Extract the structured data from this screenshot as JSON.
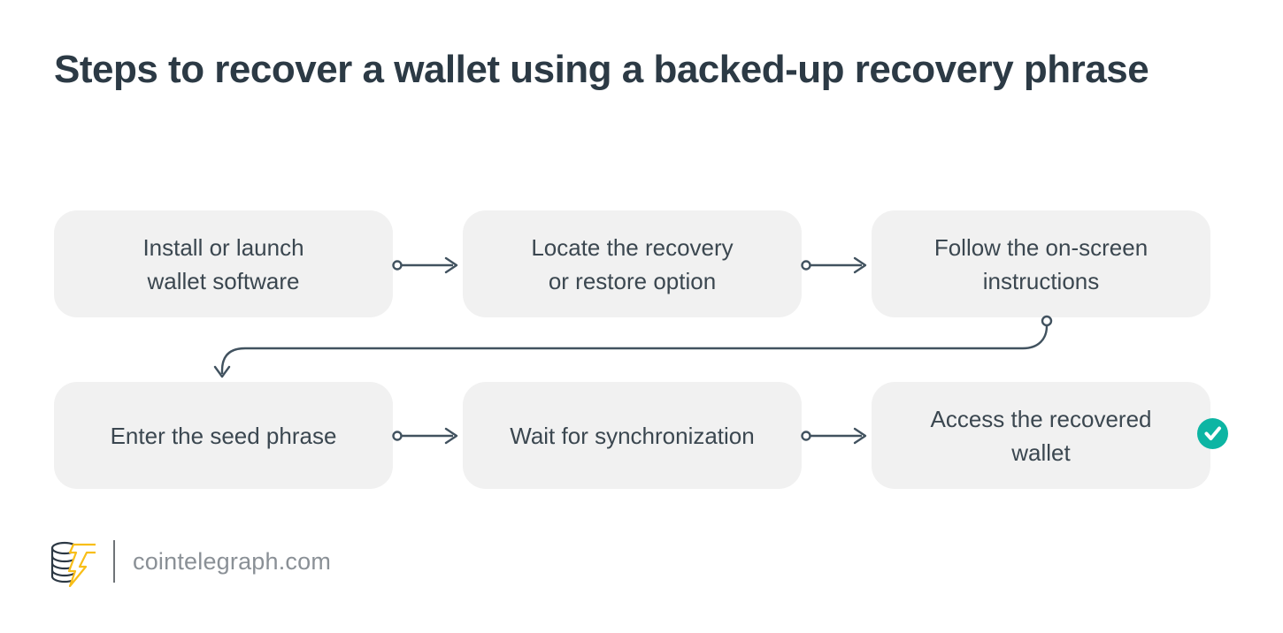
{
  "title": "Steps to recover a wallet using a backed-up recovery phrase",
  "steps": [
    {
      "line1": "Install or launch",
      "line2": "wallet software"
    },
    {
      "line1": "Locate the recovery",
      "line2": "or restore option"
    },
    {
      "line1": "Follow the on-screen",
      "line2": "instructions"
    },
    {
      "line1": "Enter the seed phrase",
      "line2": ""
    },
    {
      "line1": "Wait for synchronization",
      "line2": ""
    },
    {
      "line1": "Access the recovered",
      "line2": "wallet"
    }
  ],
  "badge": {
    "icon": "checkmark-icon"
  },
  "icons": {
    "flow_arrows": "arrow-right-icon",
    "return_connector": "curved-down-arrow-icon",
    "logo": "coin-stack-lightning-logo"
  },
  "footer": {
    "site": "cointelegraph.com"
  },
  "colors": {
    "title_text": "#2c3a45",
    "box_background": "#f1f1f1",
    "box_text": "#3b4750",
    "connector": "#41525f",
    "accent_teal": "#0db5a3",
    "footer_text": "#8a9096",
    "logo_dark": "#2c3844",
    "logo_yellow": "#f8be18"
  }
}
